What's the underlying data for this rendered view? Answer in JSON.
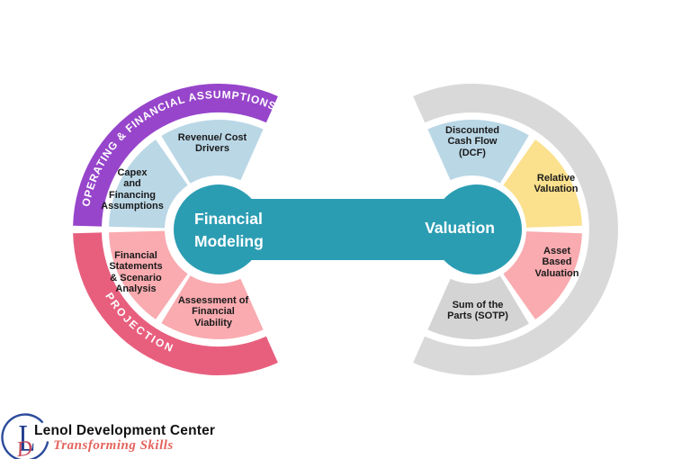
{
  "colors": {
    "teal": "#2B9DB3",
    "purple": "#9745CB",
    "rose": "#E85F7E",
    "light_blue": "#BAD7E6",
    "light_pink": "#F9ABB0",
    "yellow": "#FBE08D",
    "gray_ring": "#D9D9D9",
    "gray_segment": "#D4D4D4",
    "label_text": "#1A1A1A",
    "logo_blue": "#2B4B9B",
    "logo_letter_blue": "#1E3A8C",
    "logo_letter_red": "#C4485A",
    "tagline_red": "#E4635C",
    "org_text": "#111111"
  },
  "diagram": {
    "left_hub_label": "Financial\nModeling",
    "right_hub_label": "Valuation",
    "left_ring_top_label": "OPERATING & FINANCIAL ASSUMPTIONS",
    "left_ring_bottom_label": "PROJECTION",
    "left_segments": {
      "s1": "Revenue/ Cost\nDrivers",
      "s2": "Capex\nand\nFinancing\nAssumptions",
      "s3": "Financial\nStatements\n& Scenario\nAnalysis",
      "s4": "Assessment of\nFinancial\nViability"
    },
    "right_segments": {
      "s1": "Discounted\nCash Flow\n(DCF)",
      "s2": "Relative\nValuation",
      "s3": "Asset\nBased\nValuation",
      "s4": "Sum of the\nParts (SOTP)"
    }
  },
  "footer": {
    "monogram_l": "L",
    "monogram_d": "D",
    "org_name": "Lenol Development Center",
    "tagline": "Transforming Skills"
  }
}
